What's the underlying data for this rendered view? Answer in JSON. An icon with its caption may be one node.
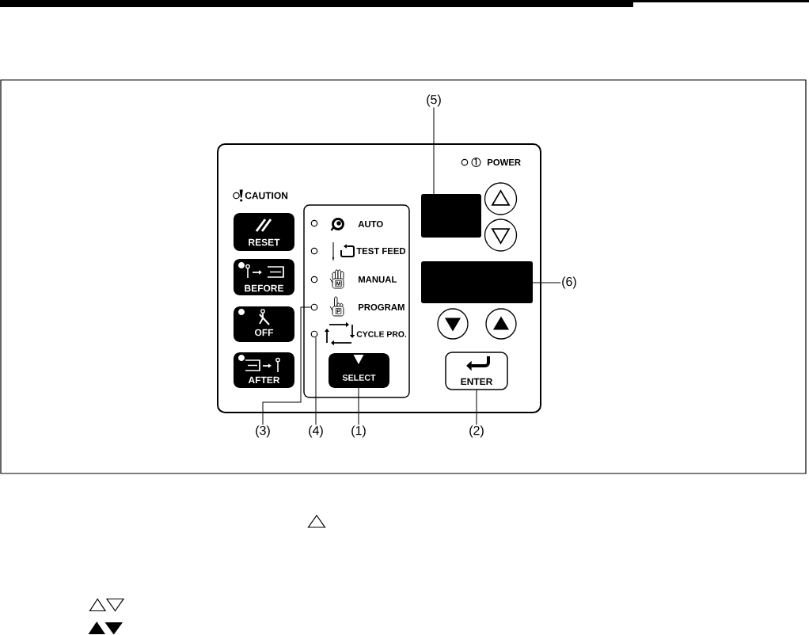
{
  "diagram": {
    "nodes": [
      {
        "text": [
          "(5)"
        ]
      },
      {
        "text": [
          "POWER",
          "CAUTION"
        ]
      },
      {
        "text": [],
        "shape": "box",
        "in": 1
      },
      {
        "text": [],
        "shape": "circle",
        "in": 1
      },
      {
        "text": [
          "AUTO",
          "TEST FEED",
          "MANUAL",
          "PROGRAM",
          "CYCLE PRO."
        ],
        "in": 1
      },
      {
        "text": [
          "RESET"
        ],
        "in": 1
      },
      {
        "text": [],
        "shape": "circle",
        "in": 1
      },
      {
        "text": [
          "BEFORE"
        ],
        "in": 1
      },
      {
        "text": [],
        "shape": "box",
        "in": 1
      },
      {
        "text": [
          "(6)"
        ]
      },
      {
        "text": [
          "OFF"
        ],
        "in": 1
      },
      {
        "text": [],
        "shape": "circle",
        "in": 4
      },
      {
        "text": [],
        "shape": "circle",
        "in": 1
      },
      {
        "text": [],
        "shape": "circle",
        "in": 1
      },
      {
        "text": [],
        "shape": "circle",
        "in": 4
      },
      {
        "text": [
          "SELECT"
        ],
        "in": 4
      },
      {
        "text": [
          "AFTER"
        ],
        "in": 1
      },
      {
        "text": [
          "ENTER"
        ],
        "in": 1
      },
      {
        "text": [
          "(3)"
        ]
      },
      {
        "text": [
          "(4)"
        ]
      },
      {
        "text": [
          "(1)"
        ]
      },
      {
        "text": [
          "(2)"
        ]
      }
    ],
    "edges": [
      {
        "from": 0,
        "to": 2,
        "arrow": "none"
      },
      {
        "from": 9,
        "to": 8,
        "arrow": "none"
      },
      {
        "from": 18,
        "to": 11,
        "arrow": "none"
      },
      {
        "from": 19,
        "to": 14,
        "arrow": "none"
      },
      {
        "from": 20,
        "to": 15,
        "arrow": "none"
      },
      {
        "from": 21,
        "to": 17,
        "arrow": "none"
      }
    ],
    "labels": [
      "M",
      "P"
    ]
  }
}
